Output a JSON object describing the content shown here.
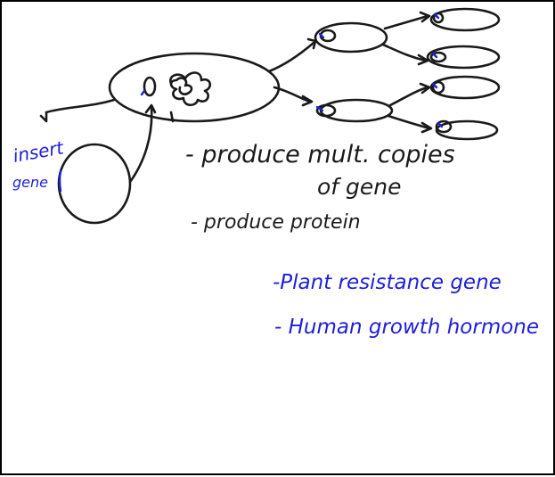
{
  "notes": {
    "insert_line1": "insert",
    "insert_line2": "gene",
    "point1_line1": "- produce mult. copies",
    "point1_line2": "of gene",
    "point2": "- produce protein",
    "example1": "-Plant resistance gene",
    "example2": "- Human growth hormone"
  },
  "colors": {
    "black_ink": "#1a1a1a",
    "blue_ink": "#1f1fd8",
    "background": "#ffffff"
  }
}
